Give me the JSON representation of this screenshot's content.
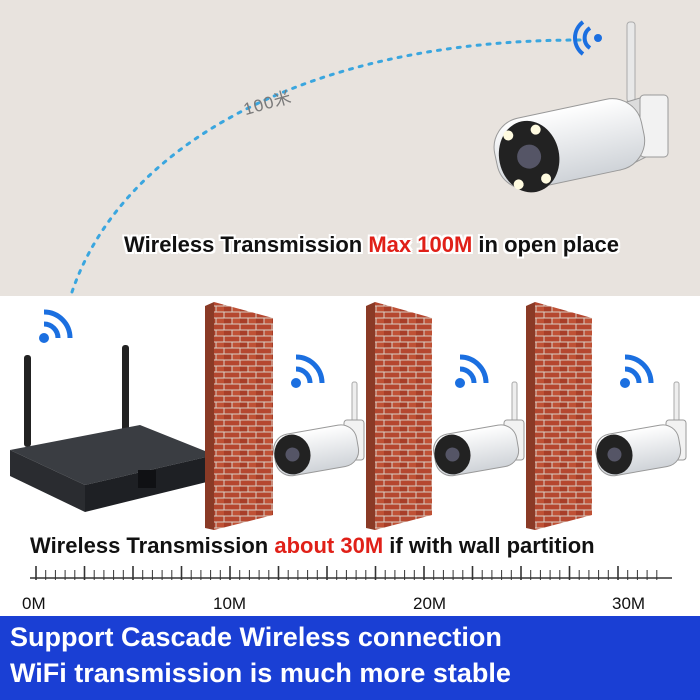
{
  "distance_arc_label": "100米",
  "caption_open": {
    "pre": "Wireless Transmission ",
    "highlight": "Max 100M",
    "post": " in open place"
  },
  "caption_wall": {
    "pre": "Wireless Transmission ",
    "highlight": "about 30M",
    "post": " if with wall partition"
  },
  "ruler_labels": [
    "0M",
    "10M",
    "20M",
    "30M"
  ],
  "banner": {
    "line1": "Support Cascade Wireless connection",
    "line2": "WiFi transmission is much more stable"
  },
  "colors": {
    "accent_red": "#e02018",
    "wifi_blue": "#1b6fe0",
    "banner_blue": "#1a3fd4",
    "brick": "#b5472f"
  },
  "icons": [
    "wifi-icon",
    "nvr-recorder-image",
    "bullet-camera-image",
    "brick-wall-image"
  ]
}
